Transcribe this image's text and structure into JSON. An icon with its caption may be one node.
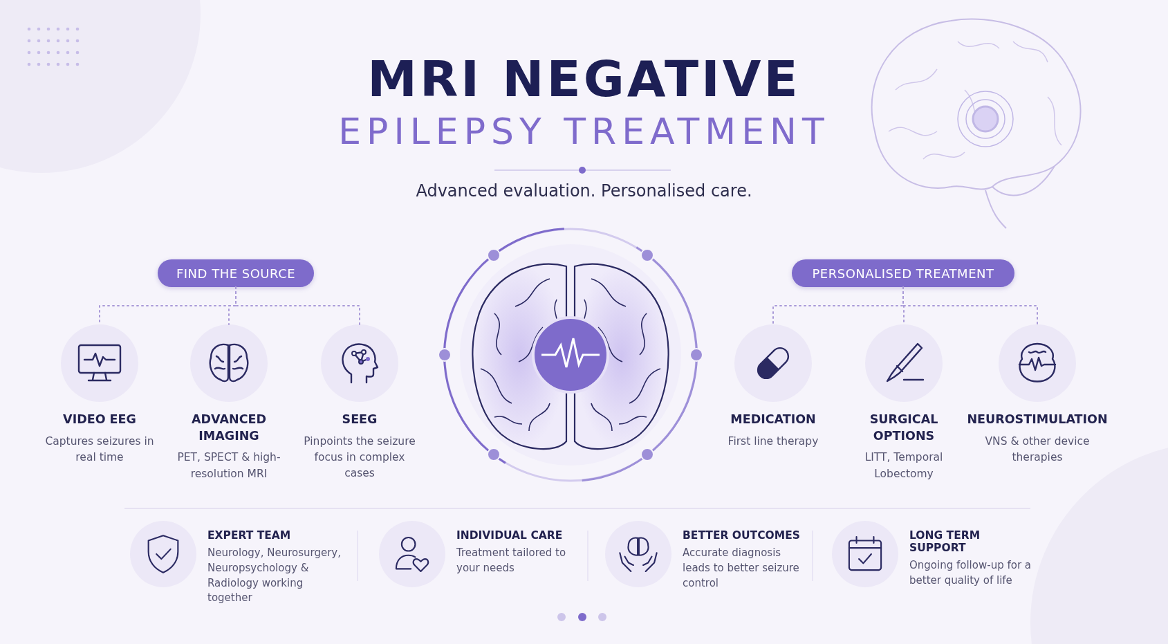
{
  "diagram": {
    "title": "MRI NEGATIVE",
    "nodes": [
      {
        "text": [
          "FIND THE SOURCE"
        ]
      },
      {
        "text": [
          "VIDEO EEG",
          "Captures seizures in real time"
        ]
      },
      {
        "text": [
          "ADVANCED IMAGING",
          "PET, SPECT & high-resolution MRI"
        ]
      },
      {
        "text": [
          "SEEG",
          "Pinpoints the seizure focus in complex cases"
        ]
      },
      {
        "text": [
          "PERSONALISED TREATMENT"
        ]
      },
      {
        "text": [
          "MEDICATION",
          "First line therapy"
        ]
      },
      {
        "text": [
          "SURGICAL OPTIONS",
          "LITT, Temporal Lobectomy"
        ]
      },
      {
        "text": [
          "NEUROSTIMULATION",
          "VNS & other device therapies"
        ]
      },
      {
        "text": [
          "EXPERT TEAM",
          "Neurology, Neurosurgery, Neuropsychology & Radiology working together"
        ]
      },
      {
        "text": [
          "INDIVIDUAL CARE",
          "Treatment tailored to your needs"
        ]
      },
      {
        "text": [
          "BETTER OUTCOMES",
          "Accurate diagnosis leads to better seizure control"
        ]
      },
      {
        "text": [
          "LONG TERM SUPPORT",
          "Ongoing follow-up for a better quality of life"
        ]
      }
    ],
    "edges": [
      {
        "from": 0,
        "to": 1,
        "arrow": "none",
        "style": "dashed"
      },
      {
        "from": 0,
        "to": 2,
        "arrow": "none",
        "style": "dashed"
      },
      {
        "from": 0,
        "to": 3,
        "arrow": "none",
        "style": "dashed"
      },
      {
        "from": 4,
        "to": 5,
        "arrow": "none",
        "style": "dashed"
      },
      {
        "from": 4,
        "to": 6,
        "arrow": "none",
        "style": "dashed"
      },
      {
        "from": 4,
        "to": 7,
        "arrow": "none",
        "style": "dashed"
      }
    ],
    "labels": [
      "EPILEPSY TREATMENT",
      "Advanced evaluation. Personalised care."
    ]
  }
}
